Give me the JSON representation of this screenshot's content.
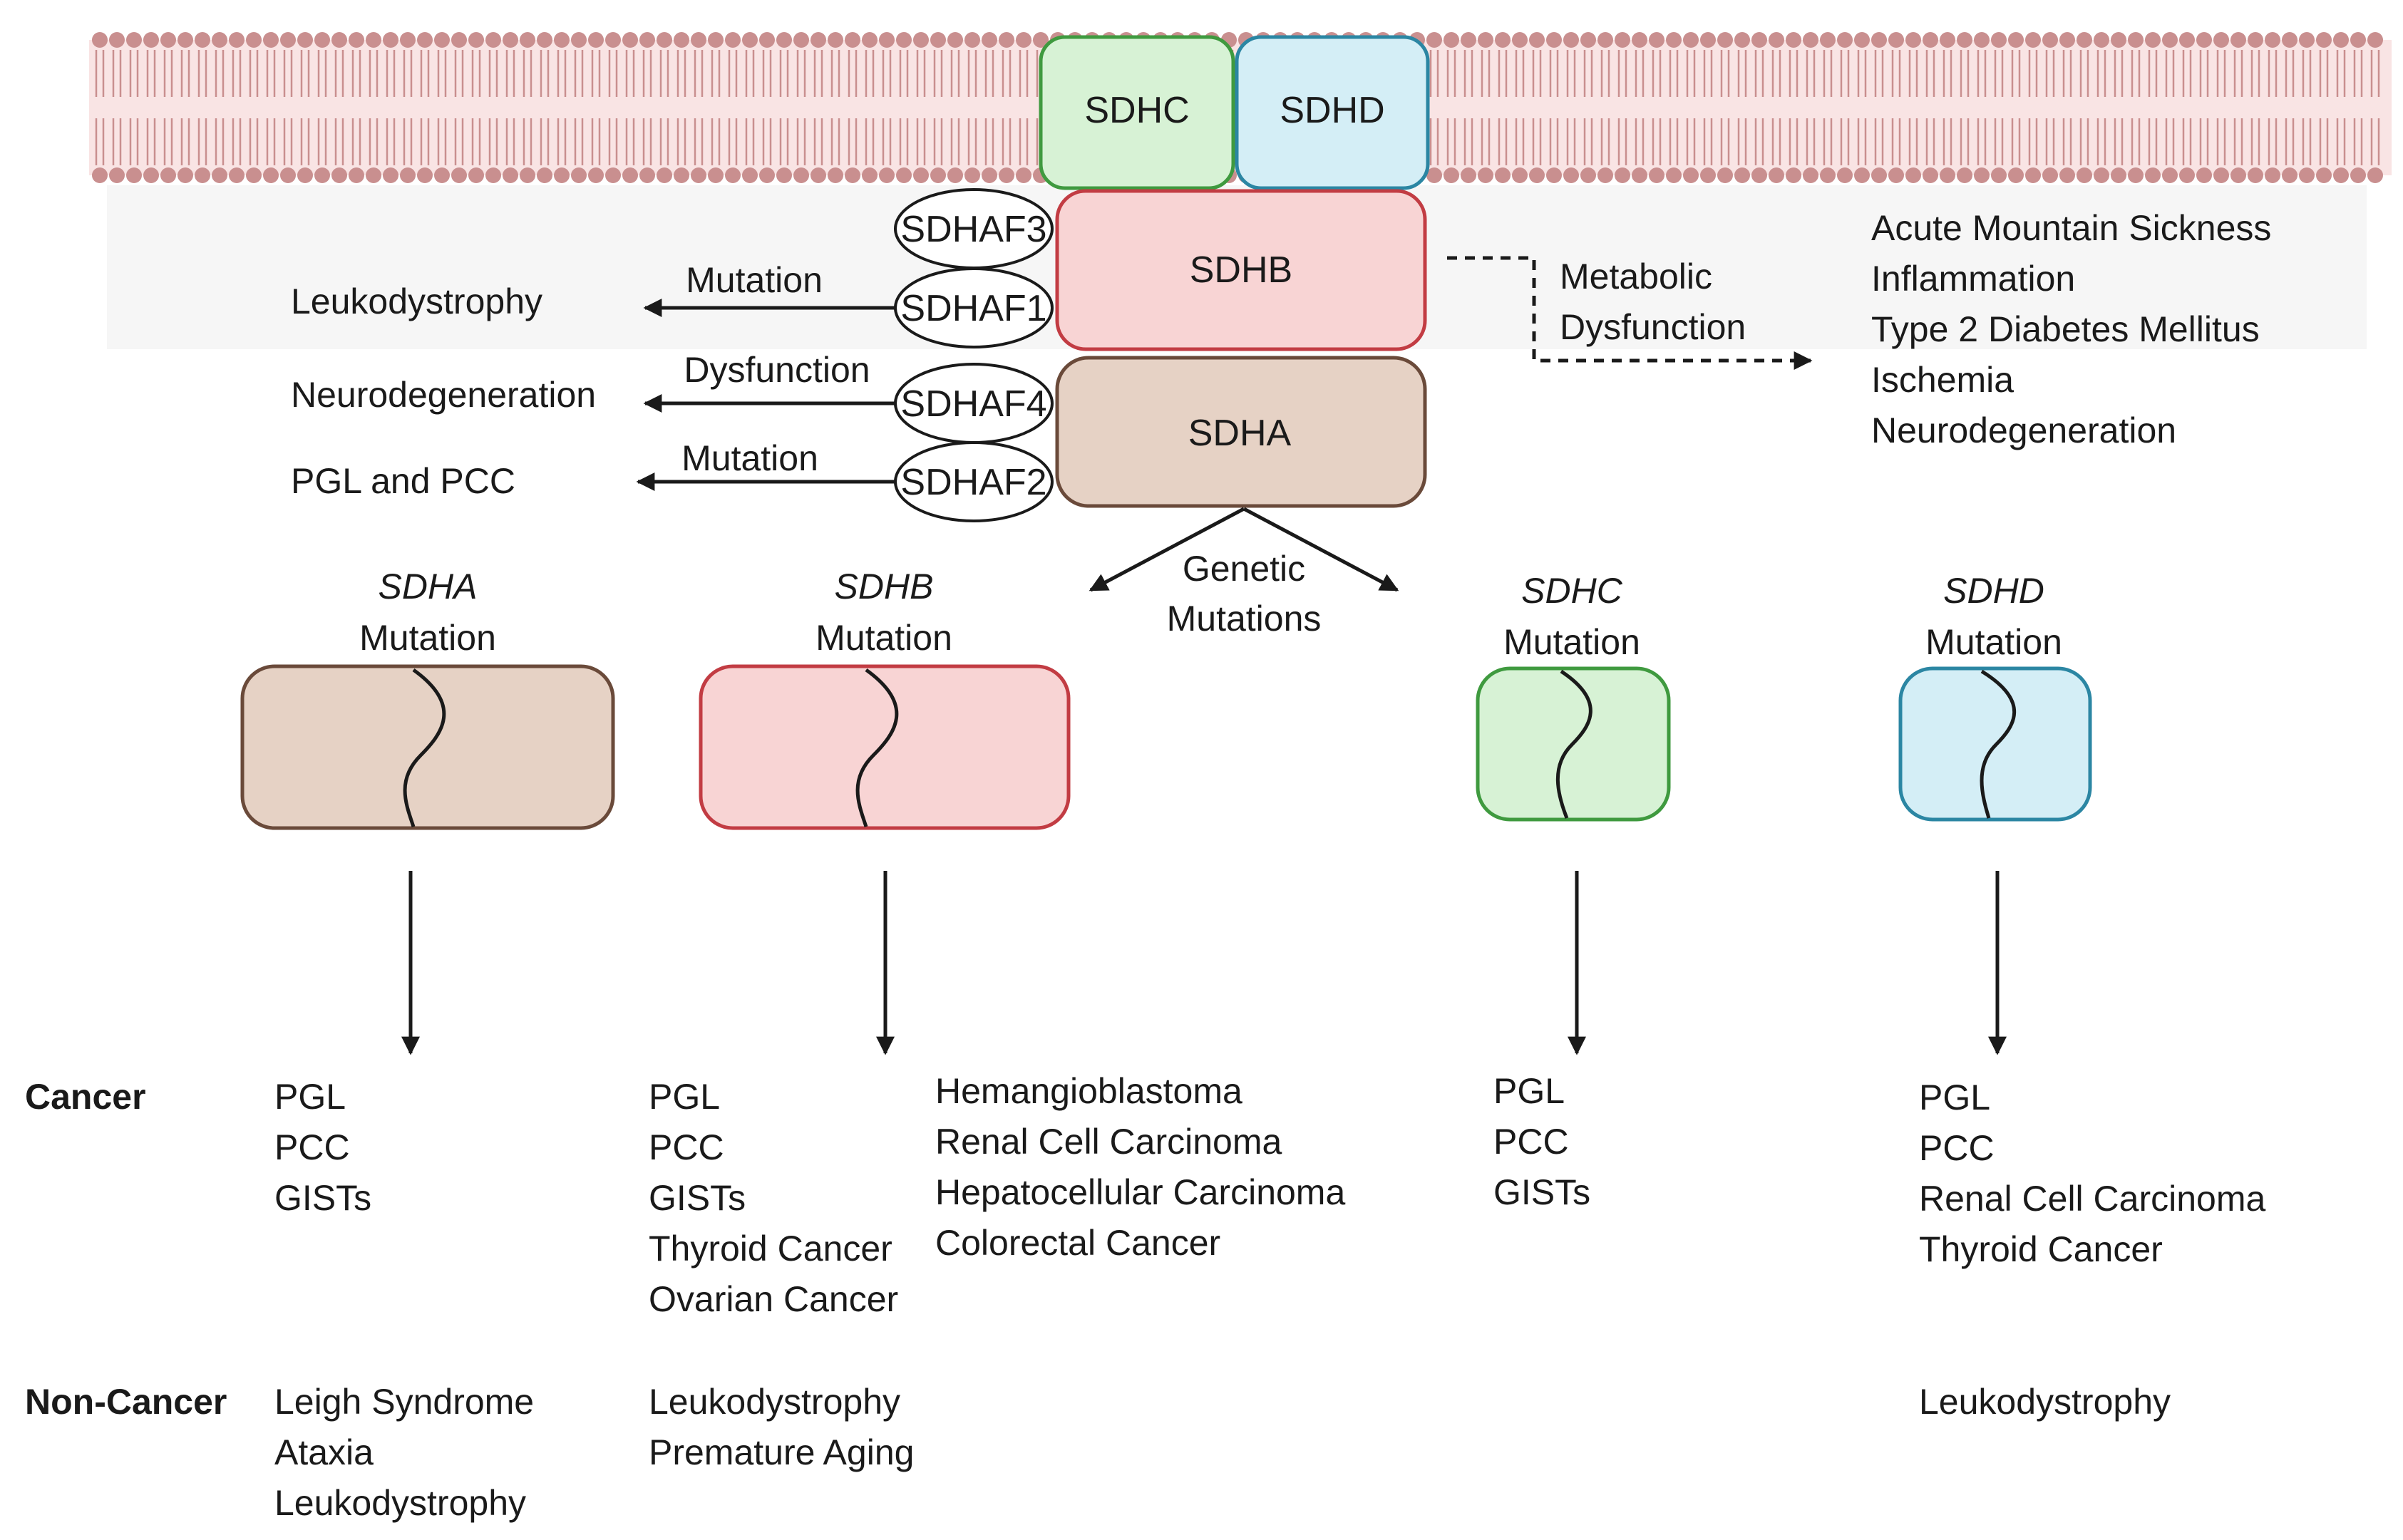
{
  "colors": {
    "lipid": "#c98f8f",
    "lipid_band": "#f9e4e4",
    "sdhc_fill": "#d7f2d5",
    "sdhc_stroke": "#3f9a3f",
    "sdhd_fill": "#d4eef6",
    "sdhd_stroke": "#2b86a3",
    "sdhb_fill": "#f8d4d4",
    "sdhb_stroke": "#c23c43",
    "sdha_fill": "#e6d2c5",
    "sdha_stroke": "#6a4a3a"
  },
  "membrane": {
    "sdhc": "SDHC",
    "sdhd": "SDHD"
  },
  "complex": {
    "sdhb": "SDHB",
    "sdha": "SDHA"
  },
  "factors": [
    "SDHAF3",
    "SDHAF1",
    "SDHAF4",
    "SDHAF2"
  ],
  "left_effects": [
    {
      "arrow_label": "Mutation",
      "outcome": "Leukodystrophy"
    },
    {
      "arrow_label": "Dysfunction",
      "outcome": "Neurodegeneration"
    },
    {
      "arrow_label": "Mutation",
      "outcome": "PGL and PCC"
    }
  ],
  "metabolic": {
    "label": [
      "Metabolic",
      "Dysfunction"
    ],
    "outcomes": [
      "Acute Mountain Sickness",
      "Inflammation",
      "Type 2 Diabetes Mellitus",
      "Ischemia",
      "Neurodegeneration"
    ]
  },
  "genetic": [
    "Genetic",
    "Mutations"
  ],
  "mutations": [
    {
      "gene": "SDHA",
      "word": "Mutation"
    },
    {
      "gene": "SDHB",
      "word": "Mutation"
    },
    {
      "gene": "SDHC",
      "word": "Mutation"
    },
    {
      "gene": "SDHD",
      "word": "Mutation"
    }
  ],
  "rows": {
    "cancer": "Cancer",
    "noncancer": "Non-Cancer"
  },
  "cancer": {
    "sdha": [
      "PGL",
      "PCC",
      "GISTs"
    ],
    "sdhb": [
      "PGL",
      "PCC",
      "GISTs",
      "Thyroid Cancer",
      "Ovarian Cancer"
    ],
    "sdhb_extra": [
      "Hemangioblastoma",
      "Renal Cell Carcinoma",
      "Hepatocellular Carcinoma",
      "Colorectal Cancer"
    ],
    "sdhc": [
      "PGL",
      "PCC",
      "GISTs"
    ],
    "sdhd": [
      "PGL",
      "PCC",
      "Renal Cell Carcinoma",
      "Thyroid Cancer"
    ]
  },
  "noncancer": {
    "sdha": [
      "Leigh Syndrome",
      "Ataxia",
      "Leukodystrophy"
    ],
    "sdhb": [
      "Leukodystrophy",
      "Premature Aging"
    ],
    "sdhd": [
      "Leukodystrophy"
    ]
  }
}
